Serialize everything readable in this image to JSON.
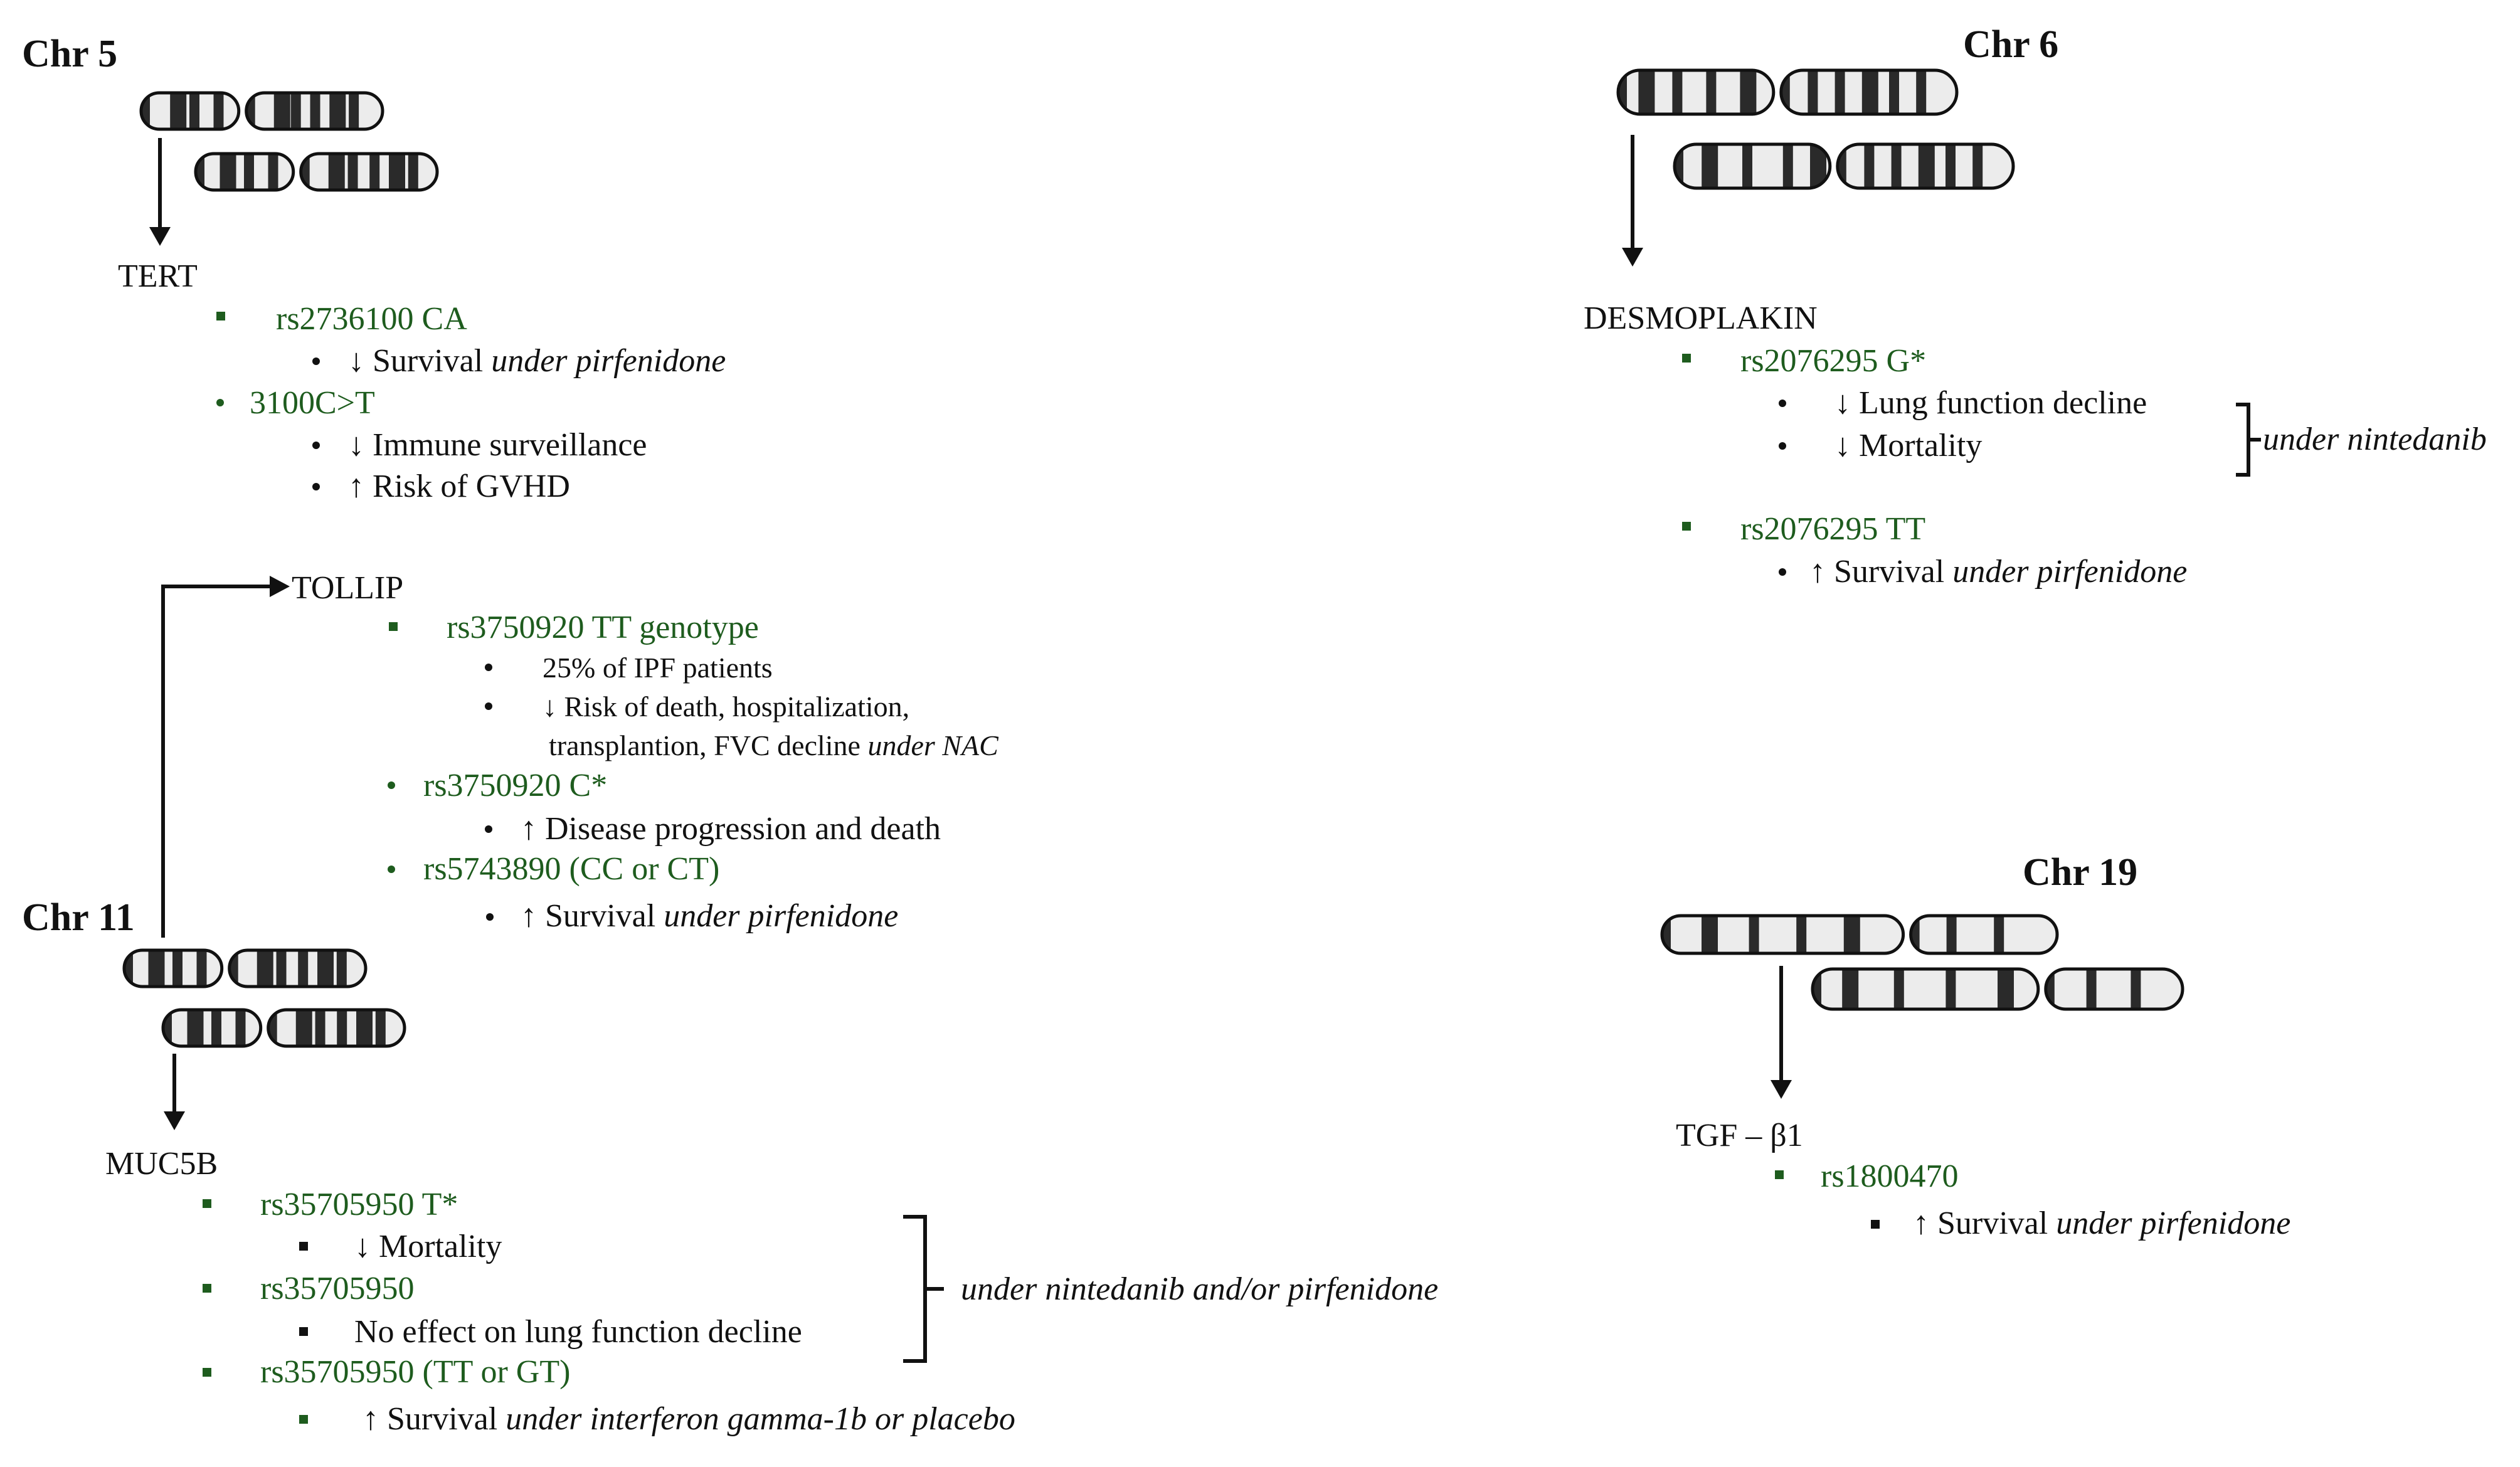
{
  "colors": {
    "snp_green": "#1e5c1e",
    "text": "#111111",
    "band_dark": "#2a2a2a",
    "band_light": "#ececec"
  },
  "chr5": {
    "title": "Chr 5",
    "gene": "TERT",
    "variants": [
      {
        "id": "rs2736100 CA",
        "effects": [
          {
            "text": "↓ Survival",
            "context": "under pirfenidone"
          }
        ]
      },
      {
        "id": "3100C>T",
        "effects": [
          {
            "text": "↓ Immune surveillance",
            "context": ""
          },
          {
            "text": "↑ Risk of GVHD",
            "context": ""
          }
        ]
      }
    ]
  },
  "chr11": {
    "title": "Chr 11",
    "tollip": {
      "gene": "TOLLIP",
      "variants": [
        {
          "id": "rs3750920 TT genotype",
          "effects": [
            {
              "text": "25% of IPF patients",
              "context": ""
            },
            {
              "text": "↓ Risk of death, hospitalization,",
              "context": ""
            },
            {
              "text": "transplantion, FVC decline",
              "context": "under NAC"
            }
          ]
        },
        {
          "id": "rs3750920 C*",
          "effects": [
            {
              "text": "↑ Disease progression and death",
              "context": ""
            }
          ]
        },
        {
          "id": "rs5743890 (CC or CT)",
          "effects": [
            {
              "text": "↑ Survival",
              "context": "under pirfenidone"
            }
          ]
        }
      ]
    },
    "muc5b": {
      "gene": "MUC5B",
      "variants": [
        {
          "id": "rs35705950 T*",
          "effects": [
            {
              "text": "↓ Mortality",
              "context": ""
            }
          ]
        },
        {
          "id": "rs35705950",
          "effects": [
            {
              "text": "No effect on lung function decline",
              "context": ""
            }
          ]
        },
        {
          "id": "rs35705950 (TT or GT)",
          "effects": [
            {
              "text": "↑ Survival",
              "context": "under interferon gamma-1b or placebo"
            }
          ]
        }
      ],
      "bracket_note": "under nintedanib and/or pirfenidone"
    }
  },
  "chr6": {
    "title": "Chr 6",
    "gene": "DESMOPLAKIN",
    "variants": [
      {
        "id": "rs2076295 G*",
        "effects": [
          {
            "text": "↓ Lung function decline",
            "context": ""
          },
          {
            "text": "↓ Mortality",
            "context": ""
          }
        ]
      },
      {
        "id": "rs2076295 TT",
        "effects": [
          {
            "text": "↑ Survival",
            "context": "under pirfenidone"
          }
        ]
      }
    ],
    "bracket_note": "under nintedanib"
  },
  "chr19": {
    "title": "Chr 19",
    "gene": "TGF – β1",
    "variants": [
      {
        "id": "rs1800470",
        "effects": [
          {
            "text": "↑ Survival",
            "context": "under pirfenidone"
          }
        ]
      }
    ]
  }
}
